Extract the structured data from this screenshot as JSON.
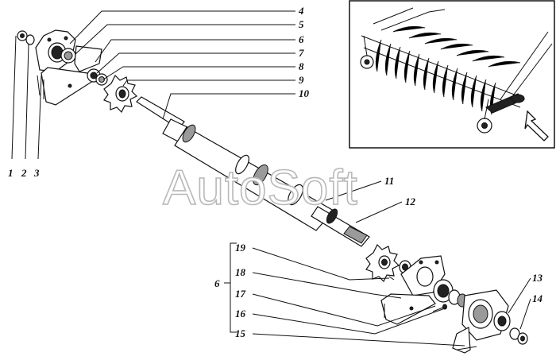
{
  "callouts": [
    "1",
    "2",
    "3",
    "4",
    "5",
    "6",
    "7",
    "8",
    "9",
    "10",
    "11",
    "12",
    "13",
    "14",
    "15",
    "16",
    "17",
    "18",
    "19"
  ],
  "group_label": "6",
  "watermark": "AutoSoft"
}
